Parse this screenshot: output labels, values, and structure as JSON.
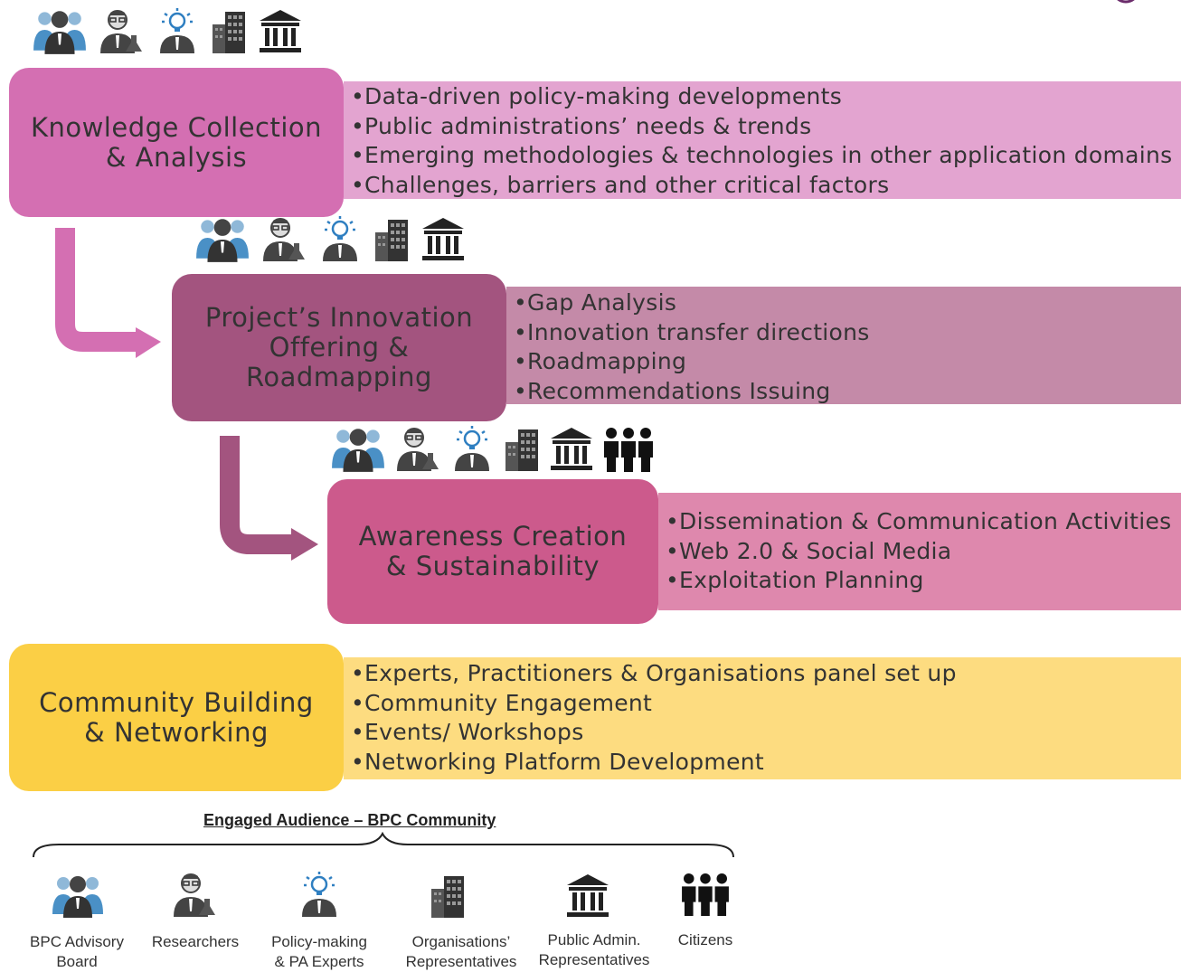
{
  "phases": [
    {
      "title_lines": [
        "Knowledge Collection",
        "& Analysis"
      ],
      "items": [
        "Data-driven policy-making developments",
        "Public administrations’ needs & trends",
        "Emerging methodologies & technologies in other application domains",
        "Challenges, barriers and other critical factors"
      ],
      "box_color": "#d46fb2",
      "band_color": "#e3a4d0"
    },
    {
      "title_lines": [
        "Project’s Innovation",
        "Offering &",
        "Roadmapping"
      ],
      "items": [
        "Gap Analysis",
        "Innovation transfer directions",
        "Roadmapping",
        "Recommendations Issuing"
      ],
      "box_color": "#a3547f",
      "band_color": "#c48aa8"
    },
    {
      "title_lines": [
        "Awareness Creation",
        "& Sustainability"
      ],
      "items": [
        "Dissemination & Communication Activities",
        "Web 2.0 & Social Media",
        "Exploitation Planning"
      ],
      "box_color": "#cc5a8c",
      "band_color": "#de88ad"
    },
    {
      "title_lines": [
        "Community Building",
        "& Networking"
      ],
      "items": [
        "Experts, Practitioners & Organisations panel set up",
        "Community Engagement",
        "Events/ Workshops",
        "Networking Platform Development"
      ],
      "box_color": "#fbcf45",
      "band_color": "#fddc80"
    }
  ],
  "arrow_colors": [
    "#d46fb2",
    "#a3547f"
  ],
  "audience": {
    "title": "Engaged Audience – BPC Community",
    "members": [
      {
        "icon": "advisory-board-icon",
        "label_lines": [
          "BPC Advisory",
          "Board"
        ]
      },
      {
        "icon": "researcher-icon",
        "label_lines": [
          "Researchers"
        ]
      },
      {
        "icon": "policy-expert-icon",
        "label_lines": [
          "Policy-making",
          "& PA Experts"
        ]
      },
      {
        "icon": "organisation-building-icon",
        "label_lines": [
          "Organisations’",
          "Representatives"
        ]
      },
      {
        "icon": "public-admin-building-icon",
        "label_lines": [
          "Public Admin.",
          "Representatives"
        ]
      },
      {
        "icon": "citizens-icon",
        "label_lines": [
          "Citizens"
        ]
      }
    ]
  }
}
